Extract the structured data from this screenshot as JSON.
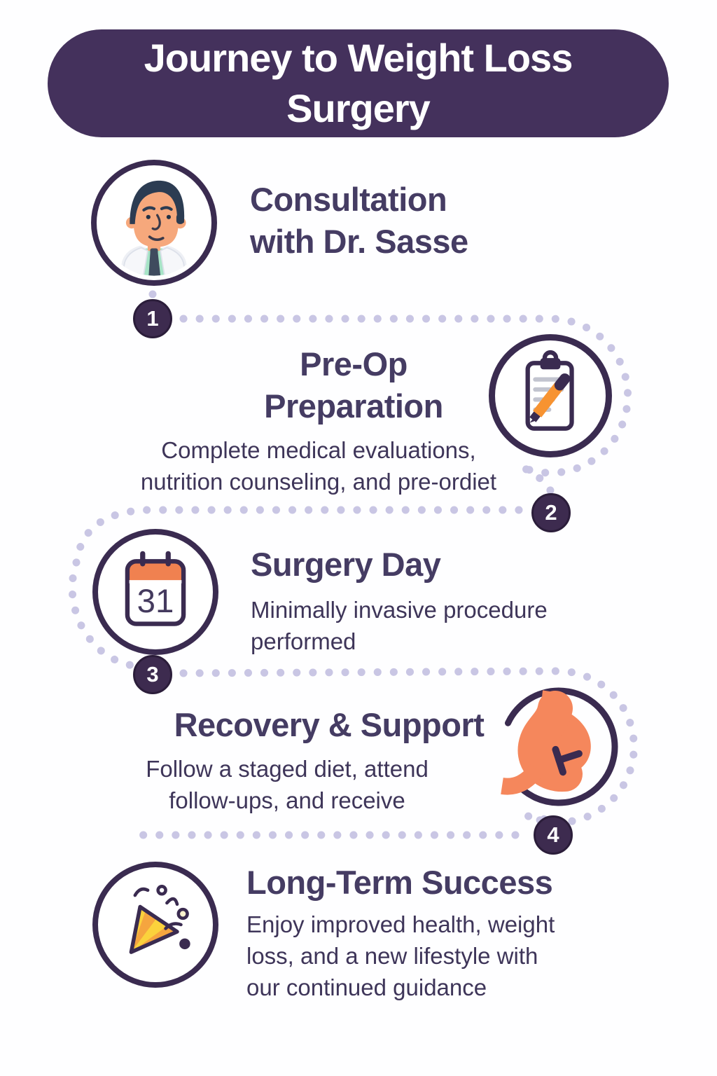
{
  "title_banner": {
    "title_lines": [
      "Journey to Weight Loss",
      "Surgery"
    ]
  },
  "steps": [
    {
      "number": "1",
      "icon": "doctor-icon",
      "title_lines": [
        "Consultation",
        "with Dr. Sasse"
      ],
      "desc_lines": []
    },
    {
      "number": "2",
      "icon": "clipboard-pencil-icon",
      "title_lines": [
        "Pre-Op",
        "Preparation"
      ],
      "desc_lines": [
        "Complete medical evaluations,",
        "nutrition counseling, and pre-ordiet"
      ]
    },
    {
      "number": "3",
      "icon": "calendar-icon",
      "calendar_day": "31",
      "title_lines": [
        "Surgery Day"
      ],
      "desc_lines": [
        "Minimally invasive procedure",
        "performed"
      ]
    },
    {
      "number": "4",
      "icon": "stomach-icon",
      "title_lines": [
        "Recovery & Support"
      ],
      "desc_lines": [
        "Follow a staged diet, attend",
        "follow-ups, and receive"
      ]
    },
    {
      "icon": "party-popper-icon",
      "title_lines": [
        "Long-Term Success"
      ],
      "desc_lines": [
        "Enjoy improved health, weight",
        "loss, and a new lifestyle with",
        "our continued guidance"
      ]
    }
  ],
  "colors": {
    "banner_bg": "#44315c",
    "badge_bg": "#3d2b4f",
    "heading_text": "#453c63",
    "body_text": "#3e3559",
    "dots": "#c9c6e4",
    "icon_outline": "#3a2b50",
    "stomach_orange": "#f5875c",
    "pencil_orange": "#f79331",
    "calendar_orange": "#f08150",
    "popper_yellow": "#fbd23c",
    "popper_orange": "#f5a53f"
  }
}
